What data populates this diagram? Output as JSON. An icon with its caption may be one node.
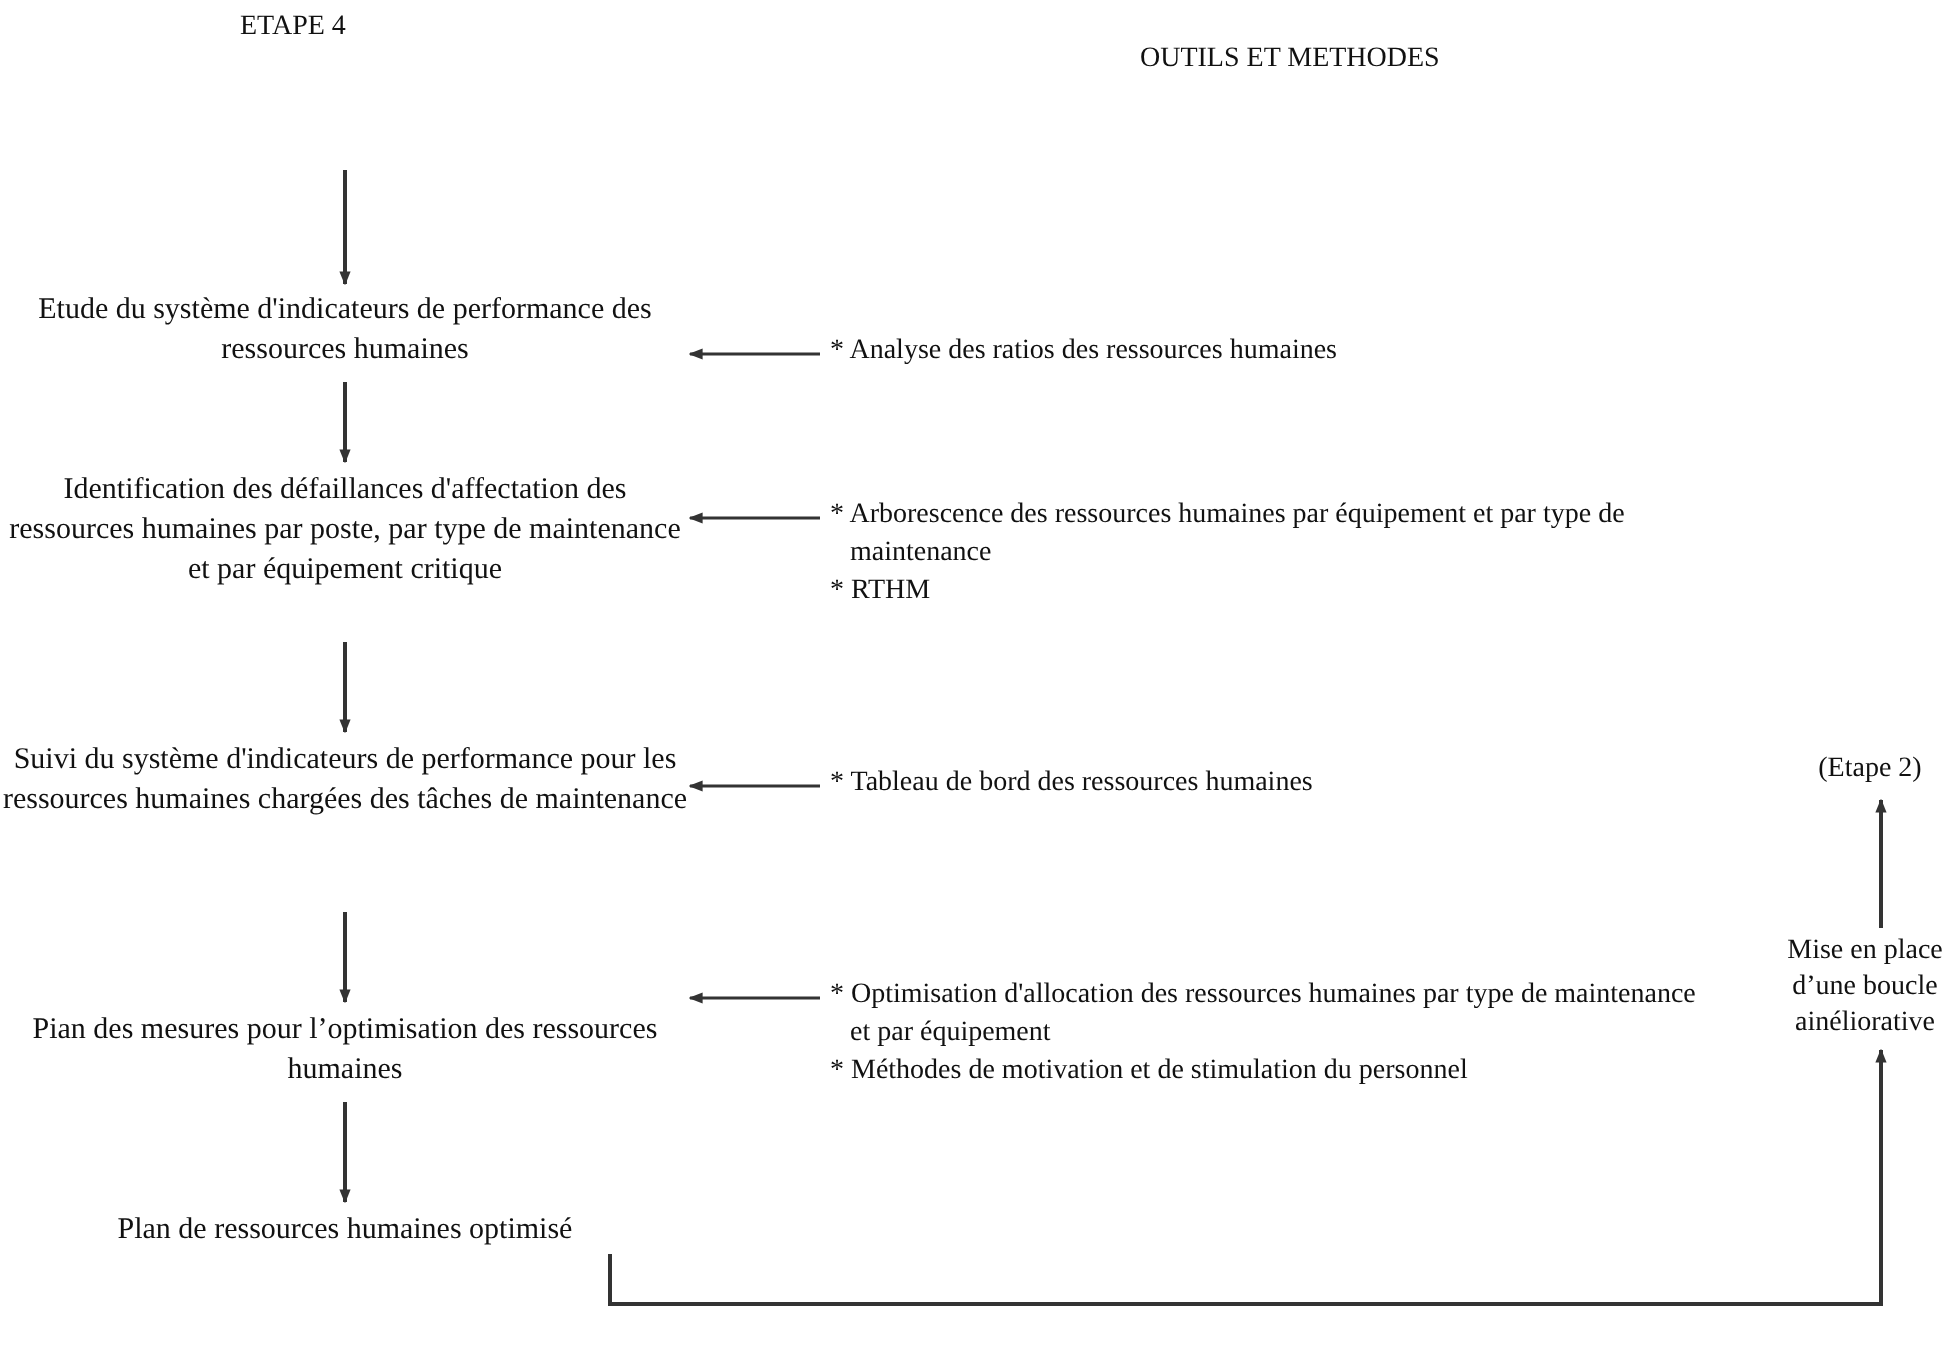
{
  "diagram": {
    "nodes": [
      {
        "text": [
          "Etude du système d'indicateurs de performance des ressources humaines"
        ]
      },
      {
        "text": [
          "Identification des défaillances d'affectation des ressources humaines par poste, par type de maintenance et par équipement critique"
        ]
      },
      {
        "text": [
          "Suivi du système d'indicateurs de performance pour les ressources humaines chargées des tâches de maintenance"
        ]
      },
      {
        "text": [
          "Pian des mesures pour l’optimisation des ressources humaines"
        ]
      },
      {
        "text": [
          "Plan de ressources humaines optimisé"
        ]
      },
      {
        "text": [
          "* Analyse des ratios des ressources humaines"
        ]
      },
      {
        "text": [
          "* Arborescence des ressources humaines par équipement et par type de maintenance",
          "* RTHM"
        ]
      },
      {
        "text": [
          "* Tableau de bord des ressources humaines"
        ]
      },
      {
        "text": [
          "* Optimisation d'allocation des ressources humaines par type de maintenance et par équipement",
          "* Méthodes de motivation et de stimulation du personnel"
        ]
      },
      {
        "text": [
          "Mise en place d’une boucle ainéliorative"
        ]
      },
      {
        "text": [
          "(Etape 2)"
        ]
      }
    ],
    "edges": [
      {
        "from": null,
        "to": 0,
        "arrow": "to"
      },
      {
        "from": 0,
        "to": 1,
        "arrow": "to"
      },
      {
        "from": 1,
        "to": 2,
        "arrow": "to"
      },
      {
        "from": 2,
        "to": 3,
        "arrow": "to"
      },
      {
        "from": 3,
        "to": 4,
        "arrow": "to"
      },
      {
        "from": 5,
        "to": 0,
        "arrow": "to"
      },
      {
        "from": 6,
        "to": 1,
        "arrow": "to"
      },
      {
        "from": 7,
        "to": 2,
        "arrow": "to"
      },
      {
        "from": 8,
        "to": 3,
        "arrow": "to"
      },
      {
        "from": 4,
        "to": 9,
        "arrow": "to"
      },
      {
        "from": 9,
        "to": 10,
        "arrow": "to"
      }
    ],
    "labels": [
      "ETAPE 4",
      "OUTILS ET METHODES"
    ]
  }
}
